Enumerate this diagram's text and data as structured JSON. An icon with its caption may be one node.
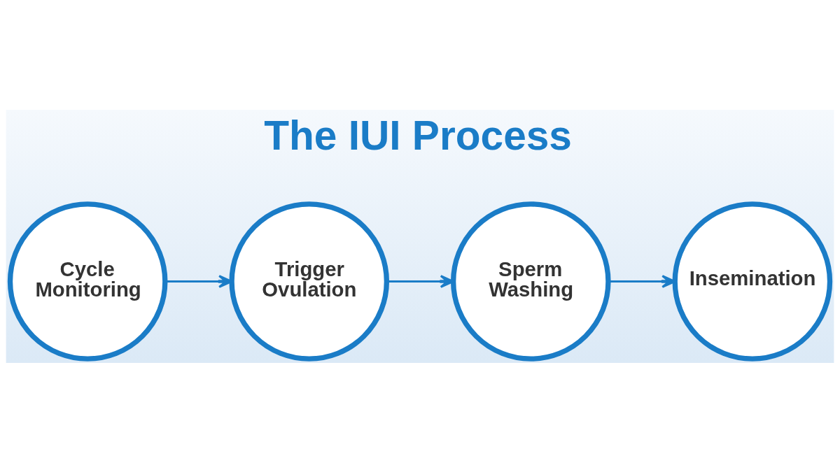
{
  "diagram": {
    "title": "The IUI Process",
    "nodes": [
      {
        "text": [
          "Cycle Monitoring"
        ]
      },
      {
        "text": [
          "Trigger Ovulation"
        ]
      },
      {
        "text": [
          "Sperm Washing"
        ]
      },
      {
        "text": [
          "Insemination"
        ]
      }
    ],
    "edges": [
      {
        "from": 0,
        "to": 1,
        "arrow": "to"
      },
      {
        "from": 1,
        "to": 2,
        "arrow": "to"
      },
      {
        "from": 2,
        "to": 3,
        "arrow": "to"
      }
    ]
  }
}
